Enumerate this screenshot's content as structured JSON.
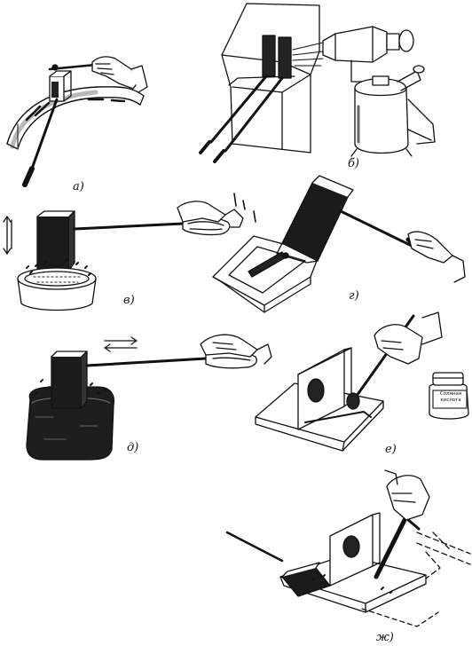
{
  "panels": [
    {
      "id": "a",
      "label": "а)"
    },
    {
      "id": "b",
      "label": "б)"
    },
    {
      "id": "v",
      "label": "в)"
    },
    {
      "id": "g",
      "label": "г)"
    },
    {
      "id": "d",
      "label": "д)"
    },
    {
      "id": "e",
      "label": "е)"
    },
    {
      "id": "zh",
      "label": "ж)"
    }
  ],
  "jar_label": {
    "line1": "Соляная",
    "line2": "кислота"
  },
  "colors": {
    "ink": "#111111",
    "paper": "#ffffff",
    "shade": "#2a2a2a"
  }
}
